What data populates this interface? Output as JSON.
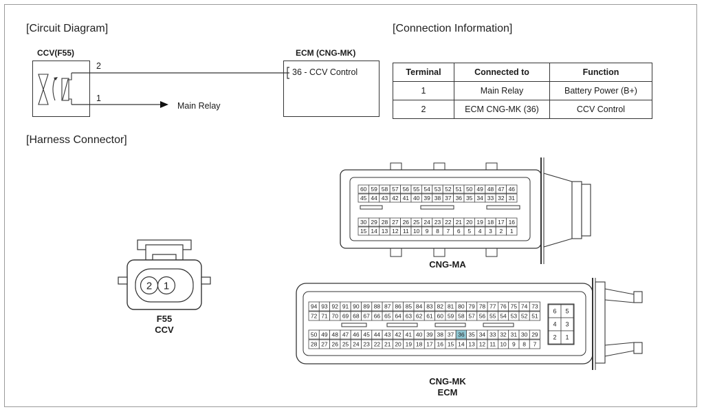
{
  "circuit": {
    "title": "[Circuit Diagram]",
    "ccv_label": "CCV(F55)",
    "ecm_label": "ECM (CNG-MK)",
    "pin_top": "2",
    "pin_bottom": "1",
    "ecm_pin": "36 - CCV Control",
    "relay_label": "Main Relay"
  },
  "connection": {
    "title": "[Connection Information]",
    "headers": [
      "Terminal",
      "Connected to",
      "Function"
    ],
    "rows": [
      [
        "1",
        "Main Relay",
        "Battery Power (B+)"
      ],
      [
        "2",
        "ECM CNG-MK (36)",
        "CCV Control"
      ]
    ]
  },
  "harness": {
    "title": "[Harness Connector]",
    "ccv_pins": [
      "2",
      "1"
    ],
    "ccv_line1": "F55",
    "ccv_line2": "CCV",
    "ma_label": "CNG-MA",
    "ma_rows": [
      [
        "60",
        "59",
        "58",
        "57",
        "56",
        "55",
        "54",
        "53",
        "52",
        "51",
        "50",
        "49",
        "48",
        "47",
        "46"
      ],
      [
        "45",
        "44",
        "43",
        "42",
        "41",
        "40",
        "39",
        "38",
        "37",
        "36",
        "35",
        "34",
        "33",
        "32",
        "31"
      ],
      [
        "30",
        "29",
        "28",
        "27",
        "26",
        "25",
        "24",
        "23",
        "22",
        "21",
        "20",
        "19",
        "18",
        "17",
        "16"
      ],
      [
        "15",
        "14",
        "13",
        "12",
        "11",
        "10",
        "9",
        "8",
        "7",
        "6",
        "5",
        "4",
        "3",
        "2",
        "1"
      ]
    ],
    "mk_label1": "CNG-MK",
    "mk_label2": "ECM",
    "mk_rows": [
      [
        "94",
        "93",
        "92",
        "91",
        "90",
        "89",
        "88",
        "87",
        "86",
        "85",
        "84",
        "83",
        "82",
        "81",
        "80",
        "79",
        "78",
        "77",
        "76",
        "75",
        "74",
        "73"
      ],
      [
        "72",
        "71",
        "70",
        "69",
        "68",
        "67",
        "66",
        "65",
        "64",
        "63",
        "62",
        "61",
        "60",
        "59",
        "58",
        "57",
        "56",
        "55",
        "54",
        "53",
        "52",
        "51"
      ],
      [
        "50",
        "49",
        "48",
        "47",
        "46",
        "45",
        "44",
        "43",
        "42",
        "41",
        "40",
        "39",
        "38",
        "37",
        "36",
        "35",
        "34",
        "33",
        "32",
        "31",
        "30",
        "29"
      ],
      [
        "28",
        "27",
        "26",
        "25",
        "24",
        "23",
        "22",
        "21",
        "20",
        "19",
        "18",
        "17",
        "16",
        "15",
        "14",
        "13",
        "12",
        "11",
        "10",
        "9",
        "8",
        "7"
      ]
    ],
    "mk_side": [
      [
        "6",
        "5"
      ],
      [
        "4",
        "3"
      ],
      [
        "2",
        "1"
      ]
    ],
    "highlight_pin": "36",
    "highlight_color": "#8fc7d3"
  }
}
